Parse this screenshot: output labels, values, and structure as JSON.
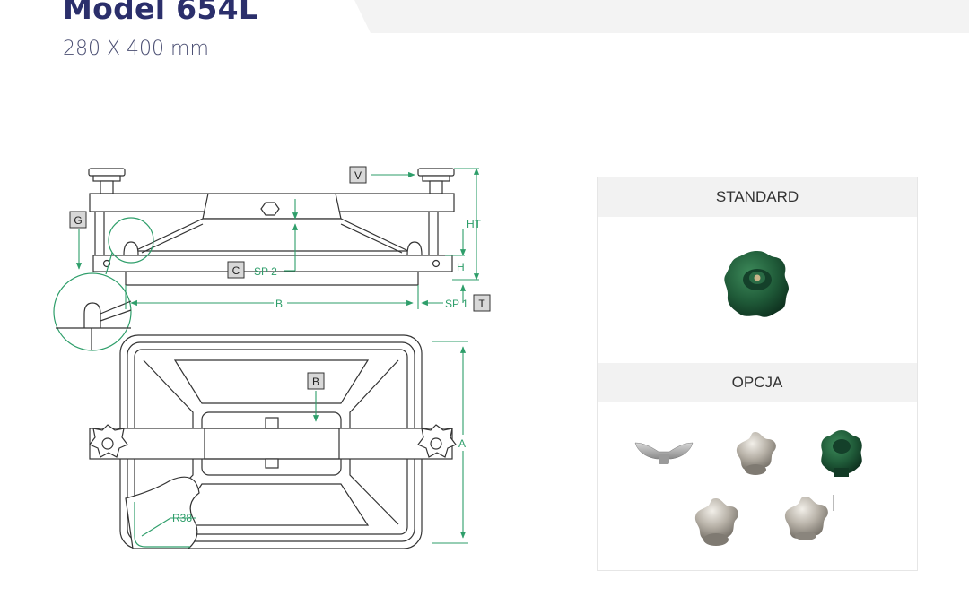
{
  "header": {
    "title": "Model 654L",
    "subtitle": "280 X 400 mm"
  },
  "drawing": {
    "labels": {
      "ht": "HT",
      "h": "H",
      "sp2": "SP 2",
      "b_dim": "B",
      "sp1": "SP 1",
      "a_dim": "A",
      "radius": "R38"
    },
    "callouts": {
      "g": "G",
      "v": "V",
      "c": "C",
      "t": "T",
      "b": "B"
    }
  },
  "panel": {
    "standard_label": "STANDARD",
    "option_label": "OPCJA"
  },
  "colors": {
    "title": "#2b2f6b",
    "dimension_line": "#2e9e6a",
    "knob_green": "#1f5a38",
    "knob_steel": "#a9a39a",
    "panel_header_bg": "#f2f2f2"
  }
}
